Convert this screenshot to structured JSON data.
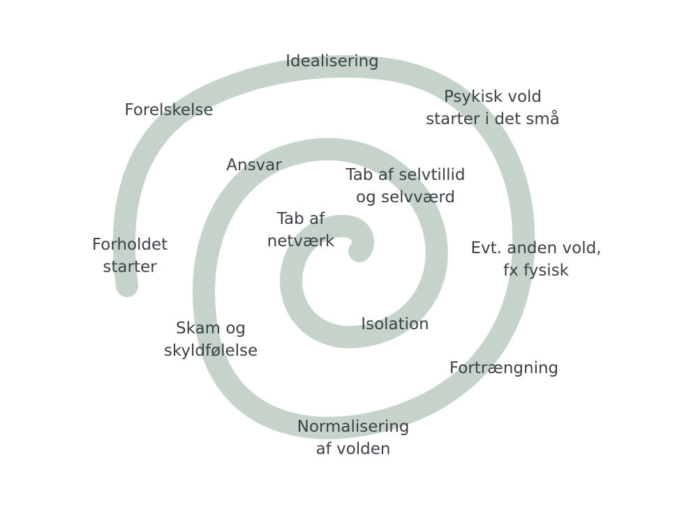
{
  "diagram": {
    "spiral_color": "#c5d3ca",
    "text_color": "#3b3f46",
    "stages": [
      {
        "id": "forholdet-starter",
        "lines": [
          "Forholdet",
          "starter"
        ]
      },
      {
        "id": "forelskelse",
        "lines": [
          "Forelskelse"
        ]
      },
      {
        "id": "idealisering",
        "lines": [
          "Idealisering"
        ]
      },
      {
        "id": "psykisk-vold",
        "lines": [
          "Psykisk vold",
          "starter i det små"
        ]
      },
      {
        "id": "anden-vold",
        "lines": [
          "Evt. anden vold,",
          "fx fysisk"
        ]
      },
      {
        "id": "fortraengning",
        "lines": [
          "Fortrængning"
        ]
      },
      {
        "id": "normalisering",
        "lines": [
          "Normalisering",
          "af volden"
        ]
      },
      {
        "id": "skam",
        "lines": [
          "Skam og",
          "skyldfølelse"
        ]
      },
      {
        "id": "ansvar",
        "lines": [
          "Ansvar"
        ]
      },
      {
        "id": "selvtillid",
        "lines": [
          "Tab af selvtillid",
          "og selvværd"
        ]
      },
      {
        "id": "isolation",
        "lines": [
          "Isolation"
        ]
      },
      {
        "id": "netvaerk",
        "lines": [
          "Tab af",
          "netværk"
        ]
      }
    ]
  }
}
